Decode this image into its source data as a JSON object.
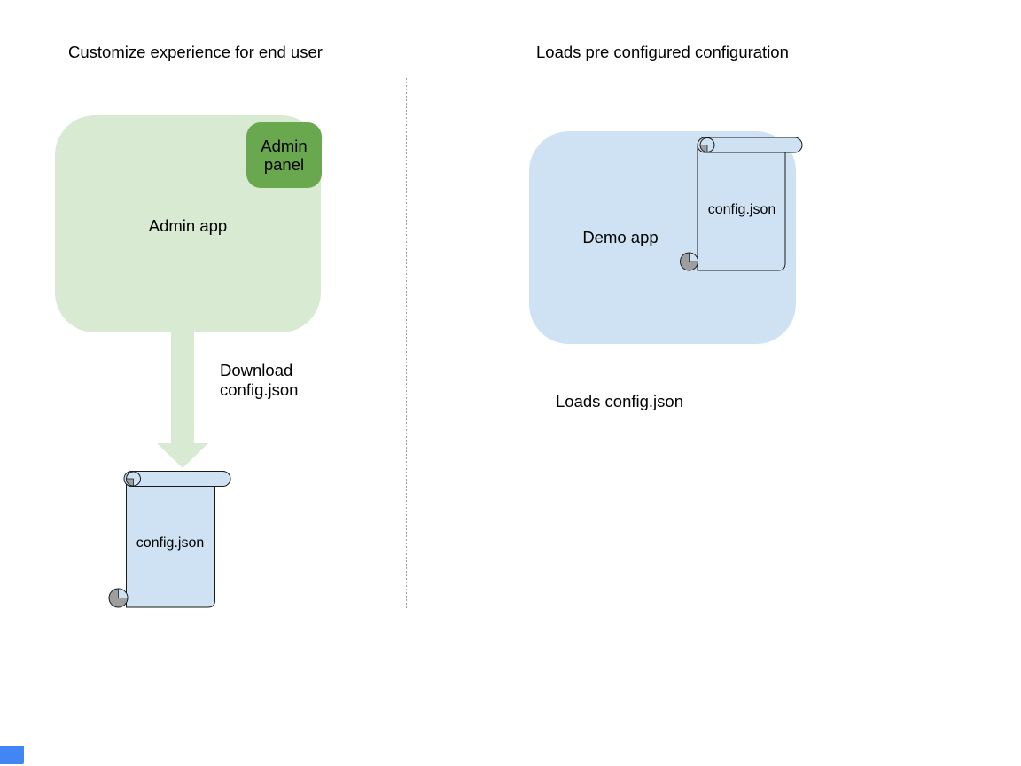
{
  "left": {
    "title": "Customize experience for end user",
    "admin_app": "Admin app",
    "admin_panel": "Admin panel",
    "download_line1": "Download",
    "download_line2": "config.json",
    "config_file": "config.json"
  },
  "right": {
    "title": "Loads pre configured configuration",
    "demo_app": "Demo app",
    "config_file": "config.json",
    "caption": "Loads config.json"
  },
  "icons": {
    "left_config_file": "scroll-document-icon",
    "right_config_file": "scroll-document-icon",
    "flow": "down-arrow-icon"
  },
  "colors": {
    "app_green": "#d9ead3",
    "panel_green": "#6aa84f",
    "light_blue": "#cfe2f3",
    "curl_gray": "#9e9e9e",
    "divider_gray": "#9e9e9e",
    "blue_shape": "#4285f4",
    "text": "#000000"
  }
}
